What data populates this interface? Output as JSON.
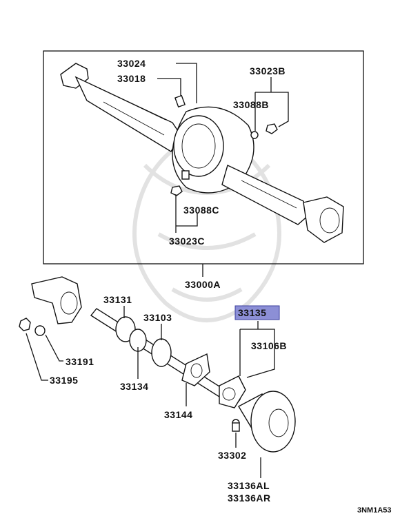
{
  "callouts": {
    "c33024": "33024",
    "c33018": "33018",
    "c33023B": "33023B",
    "c33088B": "33088B",
    "c33088C": "33088C",
    "c33023C": "33023C",
    "c33000A": "33000A",
    "c33131": "33131",
    "c33103": "33103",
    "c33135": "33135",
    "c33106B": "33106B",
    "c33191": "33191",
    "c33195": "33195",
    "c33134": "33134",
    "c33144": "33144",
    "c33302": "33302",
    "c33136AL": "33136AL",
    "c33136AR": "33136AR"
  },
  "diagram_code": "3NM1A53",
  "colors": {
    "line": "#111111",
    "highlight_fill": "#8c8fd6",
    "highlight_border": "#3b3f9e",
    "watermark": "#dcdcdc"
  }
}
